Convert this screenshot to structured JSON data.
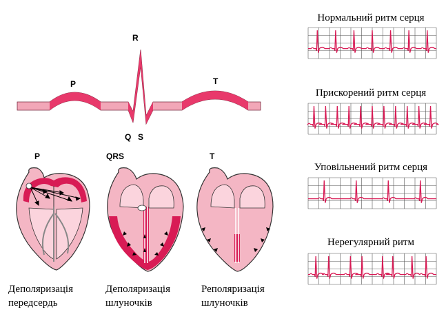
{
  "ecg_wave": {
    "labels": {
      "p": "P",
      "r": "R",
      "q": "Q",
      "s": "S",
      "t": "T"
    },
    "fill_color": "#e8396b",
    "flat_color": "#f2a7b8"
  },
  "phases": [
    {
      "letter": "P",
      "caption_line1": "Деполяризація",
      "caption_line2": "передсердь"
    },
    {
      "letter": "QRS",
      "caption_line1": "Деполяризація",
      "caption_line2": "шлуночків"
    },
    {
      "letter": "T",
      "caption_line1": "Реполяризація",
      "caption_line2": "шлуночків"
    }
  ],
  "rhythms": [
    {
      "title": "Нормальний ритм серця",
      "beats": 7
    },
    {
      "title": "Прискорений ритм серця",
      "beats": 11
    },
    {
      "title": "Уповільнений ритм серця",
      "beats": 4
    },
    {
      "title": "Нерегулярний ритм",
      "beats": 8
    }
  ],
  "colors": {
    "heart_fill": "#f4b6c4",
    "heart_dark": "#d81b55",
    "heart_outline": "#333333",
    "trace": "#d81b55",
    "grid": "#555555"
  }
}
